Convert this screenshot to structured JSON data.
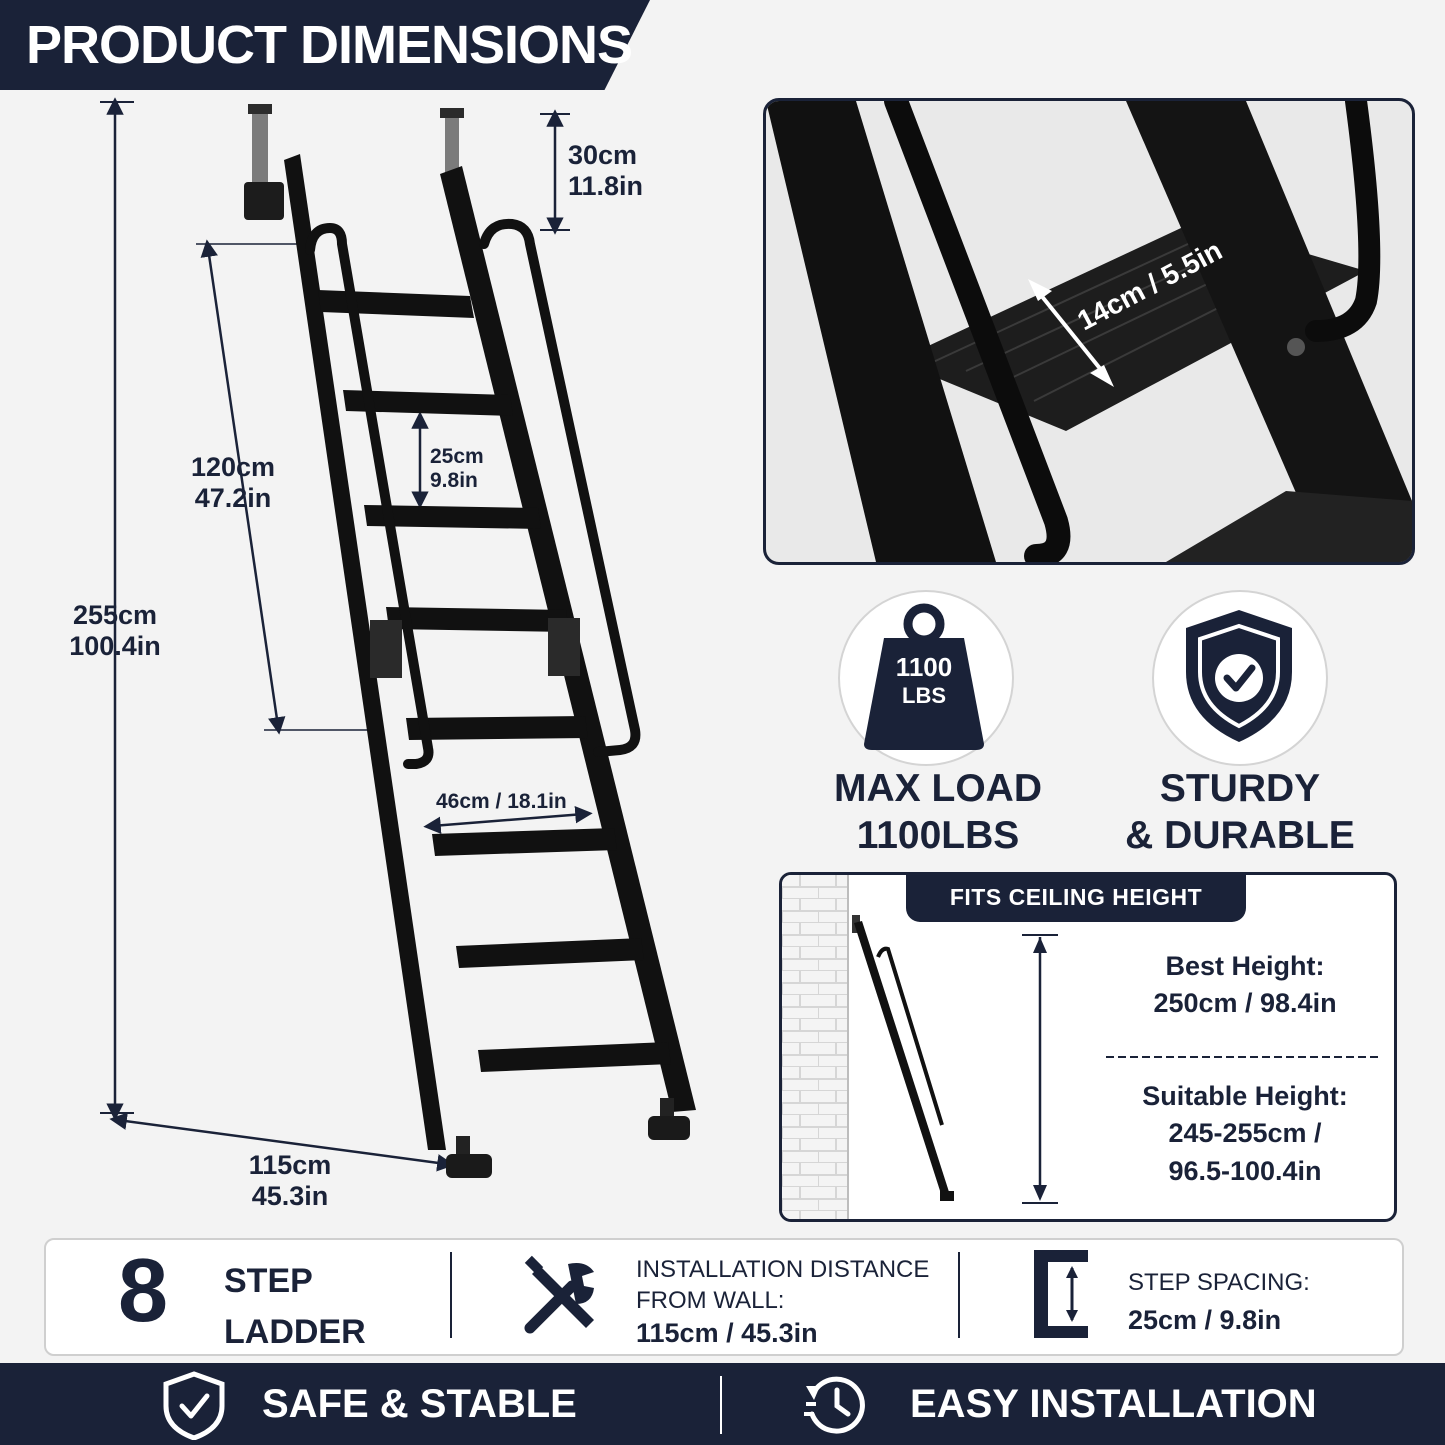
{
  "header": {
    "title": "PRODUCT DIMENSIONS"
  },
  "dimensions": {
    "total_height_cm": "255cm",
    "total_height_in": "100.4in",
    "hook_cm": "30cm",
    "hook_in": "11.8in",
    "handrail_cm": "120cm",
    "handrail_in": "47.2in",
    "step_spacing_cm": "25cm",
    "step_spacing_in": "9.8in",
    "width": "46cm / 18.1in",
    "base_cm": "115cm",
    "base_in": "45.3in",
    "step_depth": "14cm / 5.5in"
  },
  "features": {
    "weight_line1": "1100",
    "weight_line2": "LBS",
    "max_load_line1": "MAX LOAD",
    "max_load_line2": "1100LBS",
    "sturdy_line1": "STURDY",
    "sturdy_line2": "& DURABLE"
  },
  "fits": {
    "tab": "FITS CEILING HEIGHT",
    "best_label": "Best Height:",
    "best_value": "250cm / 98.4in",
    "suitable_label": "Suitable Height:",
    "suitable_value1": "245-255cm /",
    "suitable_value2": "96.5-100.4in"
  },
  "info_bar": {
    "step_count": "8",
    "step_label1": "STEP",
    "step_label2": "LADDER",
    "install_label1": "INSTALLATION DISTANCE",
    "install_label2": "FROM WALL:",
    "install_value": "115cm / 45.3in",
    "spacing_label": "STEP SPACING:",
    "spacing_value": "25cm / 9.8in"
  },
  "bottom": {
    "safe": "SAFE & STABLE",
    "easy": "EASY INSTALLATION"
  },
  "icons": [
    "weight-icon",
    "shield-check-icon",
    "tools-icon",
    "step-spacing-icon",
    "clock-icon"
  ],
  "colors": {
    "navy": "#1a2238",
    "ladder": "#111111",
    "background": "#f3f3f3"
  }
}
